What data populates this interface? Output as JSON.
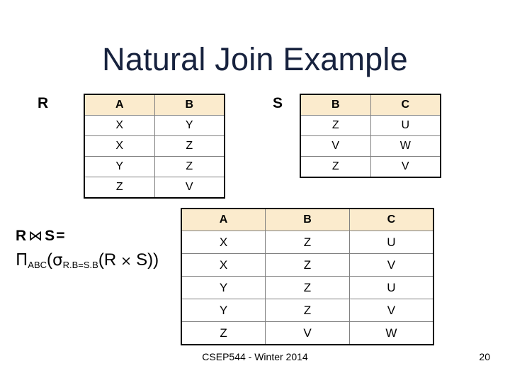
{
  "slide": {
    "title": "Natural Join Example",
    "title_color": "#17223E",
    "header_fill": "#FBEBCD",
    "background": "#FFFFFF"
  },
  "relation_r": {
    "label": "R",
    "columns": [
      "A",
      "B"
    ],
    "rows": [
      [
        "X",
        "Y"
      ],
      [
        "X",
        "Z"
      ],
      [
        "Y",
        "Z"
      ],
      [
        "Z",
        "V"
      ]
    ]
  },
  "relation_s": {
    "label": "S",
    "columns": [
      "B",
      "C"
    ],
    "rows": [
      [
        "Z",
        "U"
      ],
      [
        "V",
        "W"
      ],
      [
        "Z",
        "V"
      ]
    ]
  },
  "result": {
    "columns": [
      "A",
      "B",
      "C"
    ],
    "rows": [
      [
        "X",
        "Z",
        "U"
      ],
      [
        "X",
        "Z",
        "V"
      ],
      [
        "Y",
        "Z",
        "U"
      ],
      [
        "Y",
        "Z",
        "V"
      ],
      [
        "Z",
        "V",
        "W"
      ]
    ]
  },
  "formula": {
    "line1_left": "R",
    "join_symbol": "⋈",
    "line1_right": "S",
    "equals": "=",
    "pi": "Π",
    "pi_subscript": "ABC",
    "open_paren_1": "(",
    "sigma": "σ",
    "sigma_subscript": "R.B=S.B",
    "open_paren_2": "(",
    "operand_left": "R",
    "cross_symbol": "×",
    "operand_right": "S",
    "close_parens": "))"
  },
  "footer": {
    "course": "CSEP544 - Winter 2014",
    "page_number": "20"
  }
}
